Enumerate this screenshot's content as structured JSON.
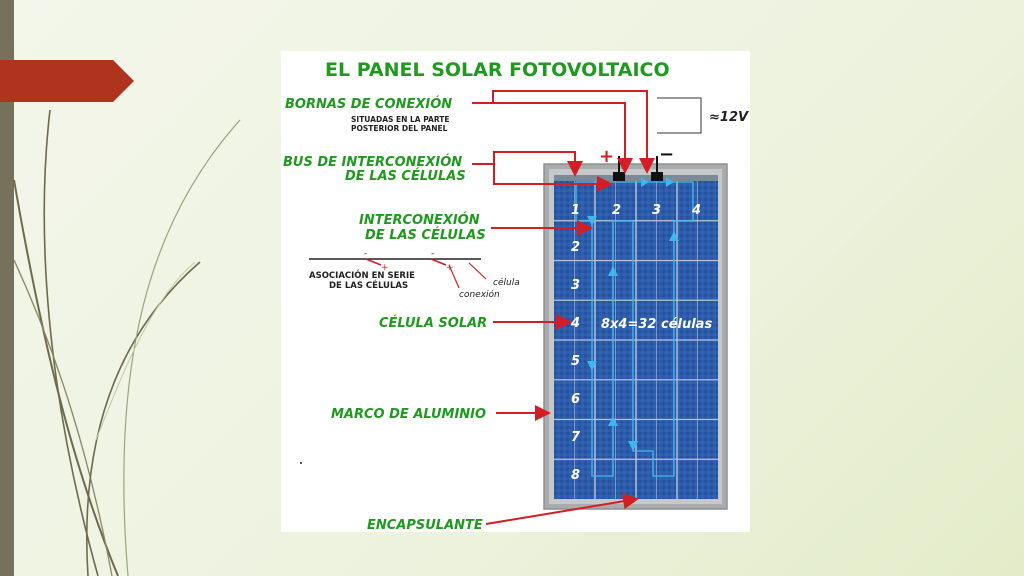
{
  "slide": {
    "accent_color": "#b0341d",
    "frame_color": "#76715a"
  },
  "figure": {
    "title": "EL PANEL SOLAR FOTOVOLTAICO",
    "labels": {
      "bornas": "BORNAS DE CONEXIÓN",
      "bornas_sub_1": "SITUADAS EN LA PARTE",
      "bornas_sub_2": "POSTERIOR DEL PANEL",
      "bus_1": "BUS DE INTERCONEXIÓN",
      "bus_2": "DE LAS CÉLULAS",
      "interconexion_1": "INTERCONEXIÓN",
      "interconexion_2": "DE LAS CÉLULAS",
      "asociacion_1": "ASOCIACIÓN EN SERIE",
      "asociacion_2": "DE LAS CÉLULAS",
      "celula_small": "célula",
      "conexion_small": "conexión",
      "celula_solar": "CÉLULA SOLAR",
      "marco": "MARCO DE ALUMINIO",
      "encapsulante": "ENCAPSULANTE",
      "voltage": "≈12V",
      "plus": "+",
      "minus": "−",
      "cells_count": "8x4=32 células"
    },
    "column_numbers": [
      "1",
      "2",
      "3",
      "4"
    ],
    "row_numbers": [
      "2",
      "3",
      "4",
      "5",
      "6",
      "7",
      "8"
    ],
    "colors": {
      "label_green": "#1f9a1f",
      "arrow_red": "#d21f25",
      "panel_blue": "#2c5aa8",
      "frame_gray": "#a9abad",
      "flow_cyan": "#41b6ee"
    }
  }
}
